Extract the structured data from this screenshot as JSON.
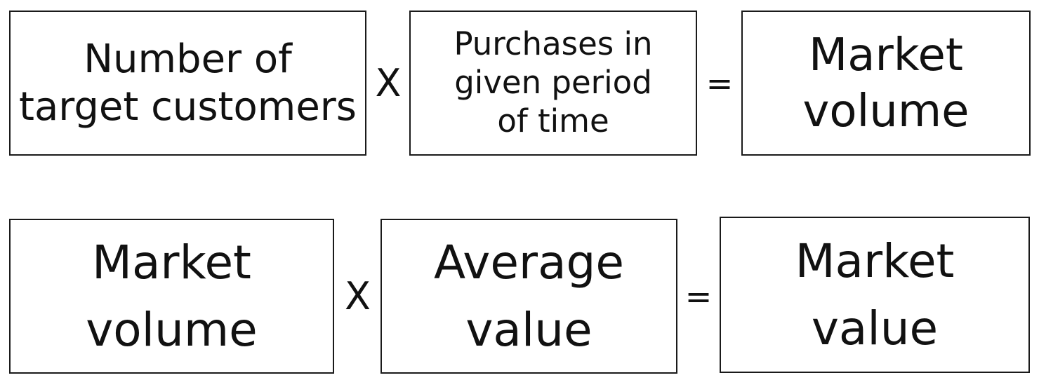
{
  "equations": [
    {
      "terms": [
        "Number of\ntarget customers",
        "Purchases in\ngiven period\nof time",
        "Market\nvolume"
      ],
      "operators": [
        "X",
        "="
      ]
    },
    {
      "terms": [
        "Market\nvolume",
        "Average\nvalue",
        "Market\nvalue"
      ],
      "operators": [
        "X",
        "="
      ]
    }
  ]
}
